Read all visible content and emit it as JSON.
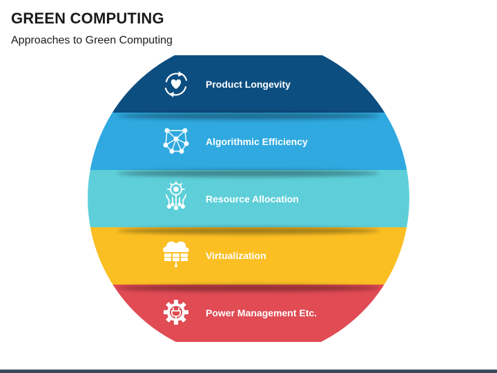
{
  "header": {
    "title": "GREEN COMPUTING",
    "subtitle": "Approaches to Green Computing"
  },
  "bands": [
    {
      "label": "Product Longevity",
      "color": "#0d4e80",
      "icon": "heart-cycle-icon"
    },
    {
      "label": "Algorithmic Efficiency",
      "color": "#2fa9e0",
      "icon": "network-nodes-icon"
    },
    {
      "label": "Resource Allocation",
      "color": "#5ecfd9",
      "icon": "head-gear-circuit-icon"
    },
    {
      "label": "Virtualization",
      "color": "#fbbf24",
      "icon": "cloud-server-icon"
    },
    {
      "label": "Power Management Etc.",
      "color": "#e04b54",
      "icon": "gear-plug-icon"
    }
  ],
  "footer_bar_color": "#3d4a5c"
}
